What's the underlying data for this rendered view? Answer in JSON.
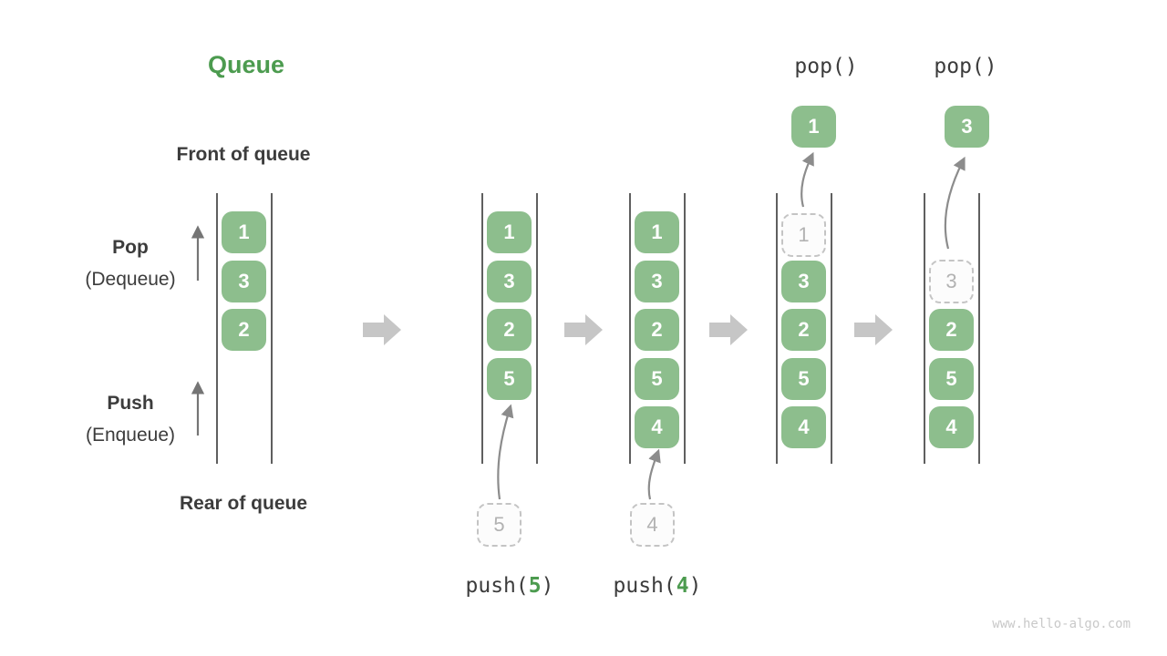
{
  "title": "Queue",
  "watermark": "www.hello-algo.com",
  "labels": {
    "front_of_queue": "Front of queue",
    "rear_of_queue": "Rear of queue",
    "pop": "Pop",
    "pop_alias": "(Dequeue)",
    "push": "Push",
    "push_alias": "(Enqueue)"
  },
  "colors": {
    "accent_green": "#4C9B4F",
    "cell_green": "#8DBE8D",
    "text_dark": "#3C3C3C",
    "rail_gray": "#5F5F5F",
    "step_arrow_gray": "#C6C6C6",
    "flow_arrow_gray": "#8C8C8C",
    "side_arrow_gray": "#757575",
    "ghost_border_gray": "#C4C4C4",
    "ghost_text_gray": "#B2B2B2"
  },
  "steps": [
    {
      "name": "initial",
      "cells": [
        "1",
        "3",
        "2"
      ]
    },
    {
      "name": "push-5",
      "cells": [
        "1",
        "3",
        "2",
        "5"
      ],
      "incoming": "5",
      "op": {
        "pre": "push(",
        "arg": "5",
        "post": ")"
      }
    },
    {
      "name": "push-4",
      "cells": [
        "1",
        "3",
        "2",
        "5",
        "4"
      ],
      "incoming": "4",
      "op": {
        "pre": "push(",
        "arg": "4",
        "post": ")"
      }
    },
    {
      "name": "pop-1",
      "op_label": "pop()",
      "popped": "1",
      "ghost": "1",
      "cells": [
        "3",
        "2",
        "5",
        "4"
      ]
    },
    {
      "name": "pop-3",
      "op_label": "pop()",
      "popped": "3",
      "ghost": "3",
      "cells": [
        "2",
        "5",
        "4"
      ]
    }
  ]
}
